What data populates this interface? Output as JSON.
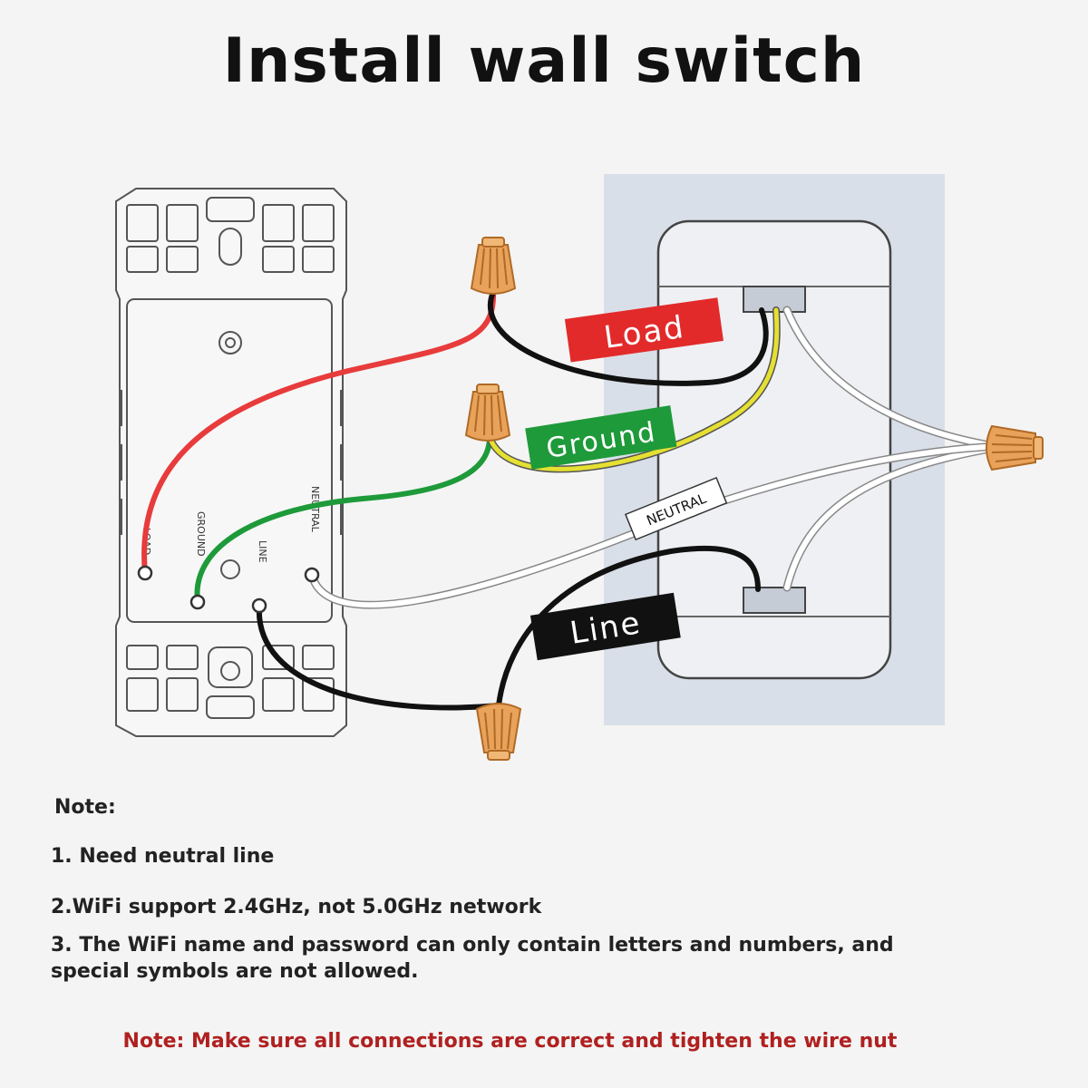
{
  "title": "Install wall switch",
  "diagram": {
    "labels": {
      "load": "Load",
      "ground": "Ground",
      "neutral": "NEUTRAL",
      "line": "Line"
    },
    "terminals": {
      "load": "LOAD",
      "ground": "GROUND",
      "line": "LINE",
      "neutral": "NEUTRAL"
    }
  },
  "notes": {
    "heading": "Note:",
    "items": [
      "1. Need neutral line",
      "2.WiFi support 2.4GHz, not 5.0GHz network",
      "3. The WiFi name and password can only contain letters and numbers, and special symbols are not allowed."
    ]
  },
  "warning": "Note: Make sure all connections are correct and tighten the wire nut",
  "colors": {
    "load_wire": "#e83b3b",
    "ground_wire": "#1e9a3a",
    "line_wire": "#111111",
    "neutral_wire": "#ffffff",
    "load_tag": "#e22a2a",
    "ground_tag": "#1f9a3a",
    "wire_nut": "#e8a25a",
    "wall_box": "#d9dfe8"
  }
}
